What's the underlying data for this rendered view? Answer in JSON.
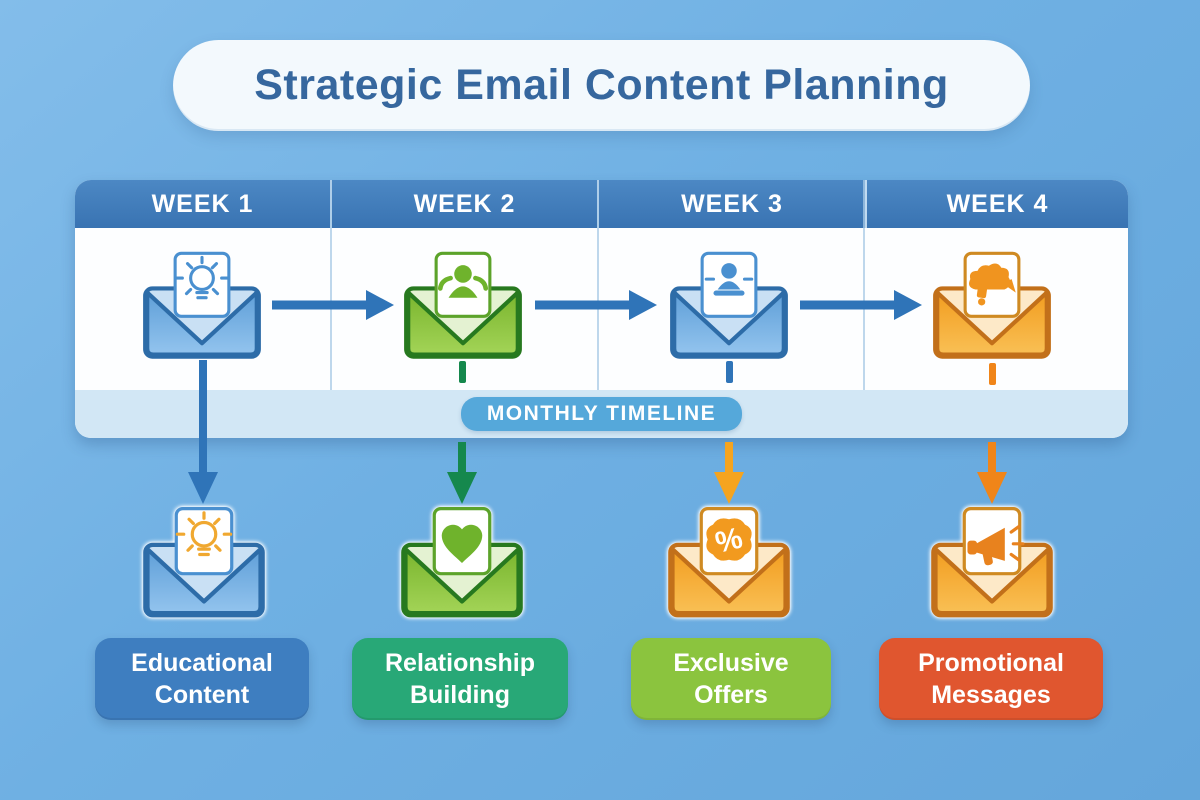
{
  "title": {
    "text": "Strategic Email Content Planning"
  },
  "timeline": {
    "badge_label": "MONTHLY TIMELINE"
  },
  "weeks": [
    {
      "label": "WEEK 1",
      "envelope": "blue",
      "icon": "lightbulb-icon",
      "icon_color": "#4a90d0",
      "tick_color": "#2f74b8"
    },
    {
      "label": "WEEK 2",
      "envelope": "green",
      "icon": "people-icon",
      "icon_color": "#6fb32c",
      "tick_color": "#15884d"
    },
    {
      "label": "WEEK 3",
      "envelope": "blue",
      "icon": "person-icon",
      "icon_color": "#4a90d0",
      "tick_color": "#2f74b8"
    },
    {
      "label": "WEEK 4",
      "envelope": "orange",
      "icon": "promo-icon",
      "icon_color": "#f0941f",
      "tick_color": "#f08519"
    }
  ],
  "categories": [
    {
      "label": "Educational Content",
      "envelope": "blue",
      "icon": "lightbulb-icon",
      "icon_color": "#f0a830",
      "box_color": "#3e7ec0",
      "arrow_color": "#2f74b8"
    },
    {
      "label": "Relationship Building",
      "envelope": "green",
      "icon": "heart-icon",
      "icon_color": "#6fb32c",
      "box_color": "#28a877",
      "arrow_color": "#15884d"
    },
    {
      "label": "Exclusive Offers",
      "envelope": "orange",
      "icon": "percent-icon",
      "icon_color": "#f29a1f",
      "box_color": "#8bc43e",
      "arrow_color": "#f5a41f"
    },
    {
      "label": "Promotional Messages",
      "envelope": "orange",
      "icon": "megaphone-icon",
      "icon_color": "#e8821e",
      "box_color": "#e0562f",
      "arrow_color": "#f08519"
    }
  ],
  "colors": {
    "background": "#6fb0e3",
    "title_text": "#36679e",
    "title_pill_bg": "#f3f9fd",
    "week_header_bg": "#3d7ab8",
    "panel_bg": "#fdfeff",
    "timeline_strip_bg": "#d2e7f5",
    "timeline_badge_bg": "#55a8da",
    "flow_arrow": "#2f74b8"
  }
}
